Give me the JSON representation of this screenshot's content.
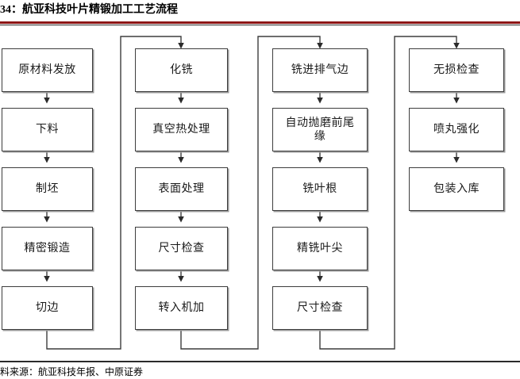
{
  "header": {
    "title": "34：航亚科技叶片精锻加工工艺流程"
  },
  "footer": {
    "source": "料来源：航亚科技年报、中原证券"
  },
  "colors": {
    "title_rule": "#8c1515",
    "box_border": "#3d3d3d",
    "box_fill": "#ffffff",
    "connector": "#3d3d3d",
    "text": "#1a1a1a"
  },
  "flowchart": {
    "columns": [
      {
        "id": "column-1",
        "nodes": [
          {
            "id": "node-1-1",
            "label": "原材料发放"
          },
          {
            "id": "node-1-2",
            "label": "下料"
          },
          {
            "id": "node-1-3",
            "label": "制坯"
          },
          {
            "id": "node-1-4",
            "label": "精密锻造"
          },
          {
            "id": "node-1-5",
            "label": "切边"
          }
        ]
      },
      {
        "id": "column-2",
        "nodes": [
          {
            "id": "node-2-1",
            "label": "化铣"
          },
          {
            "id": "node-2-2",
            "label": "真空热处理"
          },
          {
            "id": "node-2-3",
            "label": "表面处理"
          },
          {
            "id": "node-2-4",
            "label": "尺寸检查"
          },
          {
            "id": "node-2-5",
            "label": "转入机加"
          }
        ]
      },
      {
        "id": "column-3",
        "nodes": [
          {
            "id": "node-3-1",
            "label": "铣进排气边"
          },
          {
            "id": "node-3-2",
            "label": "自动抛磨前尾\n缘"
          },
          {
            "id": "node-3-3",
            "label": "铣叶根"
          },
          {
            "id": "node-3-4",
            "label": "精铣叶尖"
          },
          {
            "id": "node-3-5",
            "label": "尺寸检查"
          }
        ]
      },
      {
        "id": "column-4",
        "nodes": [
          {
            "id": "node-4-1",
            "label": "无损检查"
          },
          {
            "id": "node-4-2",
            "label": "喷丸强化"
          },
          {
            "id": "node-4-3",
            "label": "包装入库"
          }
        ]
      }
    ]
  }
}
